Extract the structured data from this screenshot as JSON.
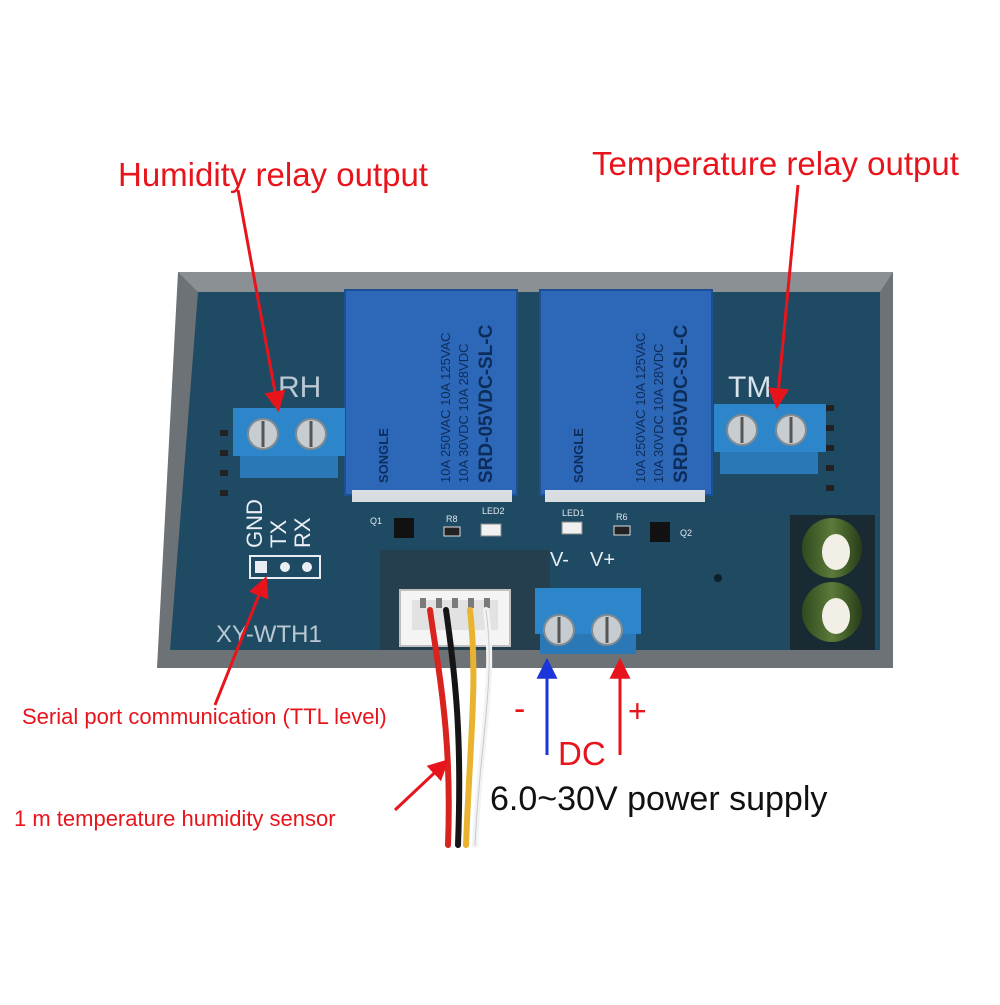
{
  "colors": {
    "pcb": "#1f4a63",
    "case": "#6f7478",
    "relay": "#2d68b8",
    "terminal": "#2d86c9",
    "annotation_red": "#e8141c",
    "annotation_blue": "#1a36d8",
    "annotation_black": "#111111"
  },
  "annotations": {
    "humidity_relay": "Humidity relay output",
    "temperature_relay": "Temperature relay output",
    "serial_port": "Serial port communication (TTL level)",
    "sensor": "1 m temperature humidity sensor",
    "minus": "-",
    "plus": "+",
    "dc": "DC",
    "power_supply": "6.0~30V power supply"
  },
  "board": {
    "model": "XY-WTH1",
    "rh_label": "RH",
    "tm_label": "TM",
    "serial_pins": [
      "GND",
      "TX",
      "RX"
    ],
    "power_pins": [
      "V-",
      "V+"
    ],
    "components": [
      "Q1",
      "R8",
      "LED2",
      "LED1",
      "R6",
      "Q2"
    ]
  },
  "relays": [
    {
      "brand": "SONGLE",
      "model": "SRD-05VDC-SL-C",
      "ratings": [
        "10A 250VAC  10A 125VAC",
        "10A 30VDC   10A 28VDC"
      ]
    },
    {
      "brand": "SONGLE",
      "model": "SRD-05VDC-SL-C",
      "ratings": [
        "10A 250VAC  10A 125VAC",
        "10A 30VDC   10A 28VDC"
      ]
    }
  ]
}
